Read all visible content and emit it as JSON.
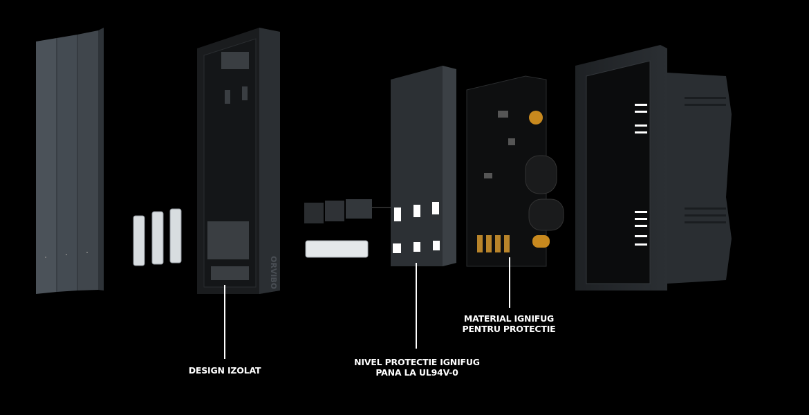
{
  "brand_logo": "ORVIBO",
  "callouts": [
    {
      "id": "design-izolat",
      "lines": [
        "DESIGN IZOLAT"
      ]
    },
    {
      "id": "nivel-protectie",
      "lines": [
        "NIVEL PROTECTIE IGNIFUG",
        "PANA LA UL94V-0"
      ]
    },
    {
      "id": "material-ignifug",
      "lines": [
        "MATERIAL IGNIFUG",
        "PENTRU PROTECTIE"
      ]
    }
  ]
}
